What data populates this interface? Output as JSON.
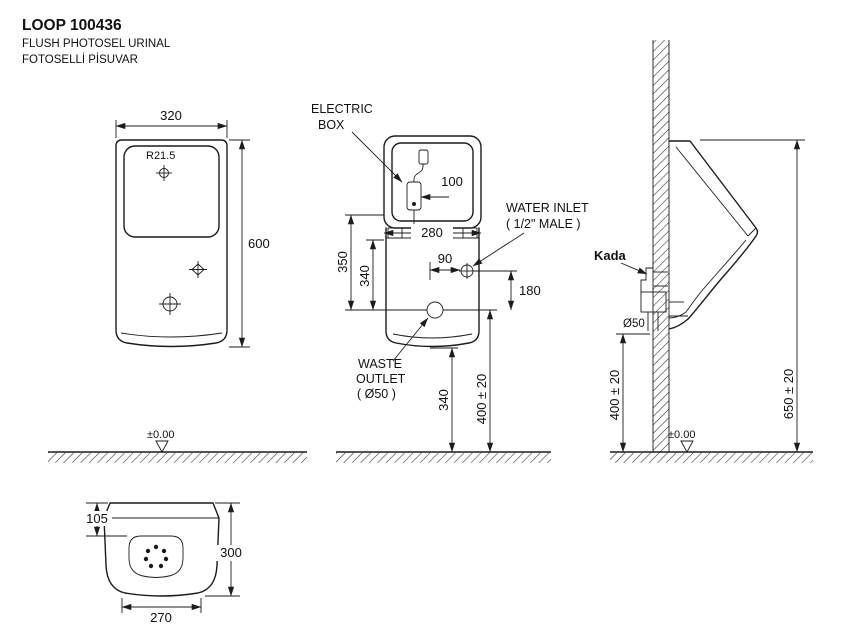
{
  "header": {
    "model": "LOOP 100436",
    "subtitle_en": "FLUSH PHOTOSEL URINAL",
    "subtitle_tr": "FOTOSELLİ PİSUVAR"
  },
  "colors": {
    "line": "#1c1c1c",
    "text": "#111111",
    "background": "#ffffff"
  },
  "front_view": {
    "dim_width": "320",
    "radius_label": "R21.5",
    "dim_height": "600",
    "datum": "±0.00"
  },
  "center_view": {
    "electric_box_label_line1": "ELECTRIC",
    "electric_box_label_line2": "BOX",
    "dim_100": "100",
    "dim_280": "280",
    "water_inlet_label_line1": "WATER INLET",
    "water_inlet_label_line2": "( 1/2\" MALE )",
    "dim_350": "350",
    "dim_340_upper": "340",
    "dim_90": "90",
    "dim_180": "180",
    "waste_outlet_label_line1": "WASTE",
    "waste_outlet_label_line2": "OUTLET",
    "waste_outlet_label_line3": "( Ø50 )",
    "dim_340_lower": "340",
    "dim_400": "400 ± 20"
  },
  "side_view": {
    "bracket_label": "Kada",
    "drain_diameter": "Ø50",
    "dim_400": "400 ± 20",
    "dim_650": "650 ± 20",
    "datum": "±0.00"
  },
  "bottom_view": {
    "dim_105": "105",
    "dim_300": "300",
    "dim_270": "270"
  }
}
